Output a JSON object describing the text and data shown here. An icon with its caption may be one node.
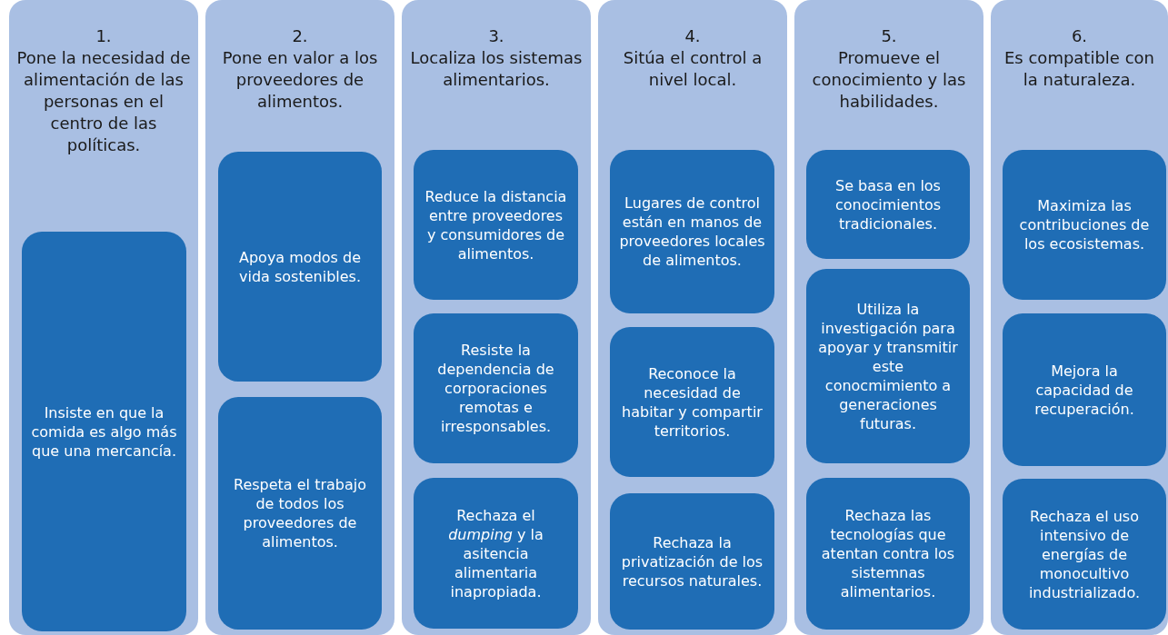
{
  "diagram": {
    "nodes": [
      {
        "text": [
          "1.",
          "Pone la necesidad de alimentación de las personas en el centro de las políticas."
        ]
      },
      {
        "text": [
          "Insiste en que la comida es algo más que una mercancía."
        ],
        "in": 0
      },
      {
        "text": [
          "2.",
          "Pone en valor a los proveedores de alimentos."
        ]
      },
      {
        "text": [
          "Apoya modos de vida sostenibles."
        ],
        "in": 2
      },
      {
        "text": [
          "Respeta el trabajo de todos los proveedores de alimentos."
        ],
        "in": 2
      },
      {
        "text": [
          "3.",
          "Localiza los sistemas alimentarios."
        ]
      },
      {
        "text": [
          "Reduce la distancia entre proveedores y consumidores de alimentos."
        ],
        "in": 5
      },
      {
        "text": [
          "Resiste la dependencia de corporaciones remotas e irresponsables."
        ],
        "in": 5
      },
      {
        "text": [
          "Rechaza el *dumping* y la asitencia alimentaria inapropiada."
        ],
        "in": 5
      },
      {
        "text": [
          "4.",
          "Sitúa el control a nivel local."
        ]
      },
      {
        "text": [
          "Lugares de control están en manos de proveedores locales de alimentos."
        ],
        "in": 9
      },
      {
        "text": [
          "Reconoce la necesidad de habitar y compartir territorios."
        ],
        "in": 9
      },
      {
        "text": [
          "Rechaza la privatización de los recursos naturales."
        ],
        "in": 9
      },
      {
        "text": [
          "5.",
          "Promueve el conocimiento y las habilidades."
        ]
      },
      {
        "text": [
          "Se basa en los conocimientos tradicionales."
        ],
        "in": 13
      },
      {
        "text": [
          "Utiliza la investigación para apoyar y transmitir este conocmimiento a generaciones futuras."
        ],
        "in": 13
      },
      {
        "text": [
          "Rechaza las tecnologías que atentan contra los sistemnas alimentarios."
        ],
        "in": 13
      },
      {
        "text": [
          "6.",
          "Es compatible con la naturaleza."
        ]
      },
      {
        "text": [
          "Maximiza las contribuciones de los ecosistemas."
        ],
        "in": 17
      },
      {
        "text": [
          "Mejora la capacidad de recuperación."
        ],
        "in": 17
      },
      {
        "text": [
          "Rechaza el uso intensivo de energías de monocultivo industrializado."
        ],
        "in": 17
      }
    ]
  }
}
